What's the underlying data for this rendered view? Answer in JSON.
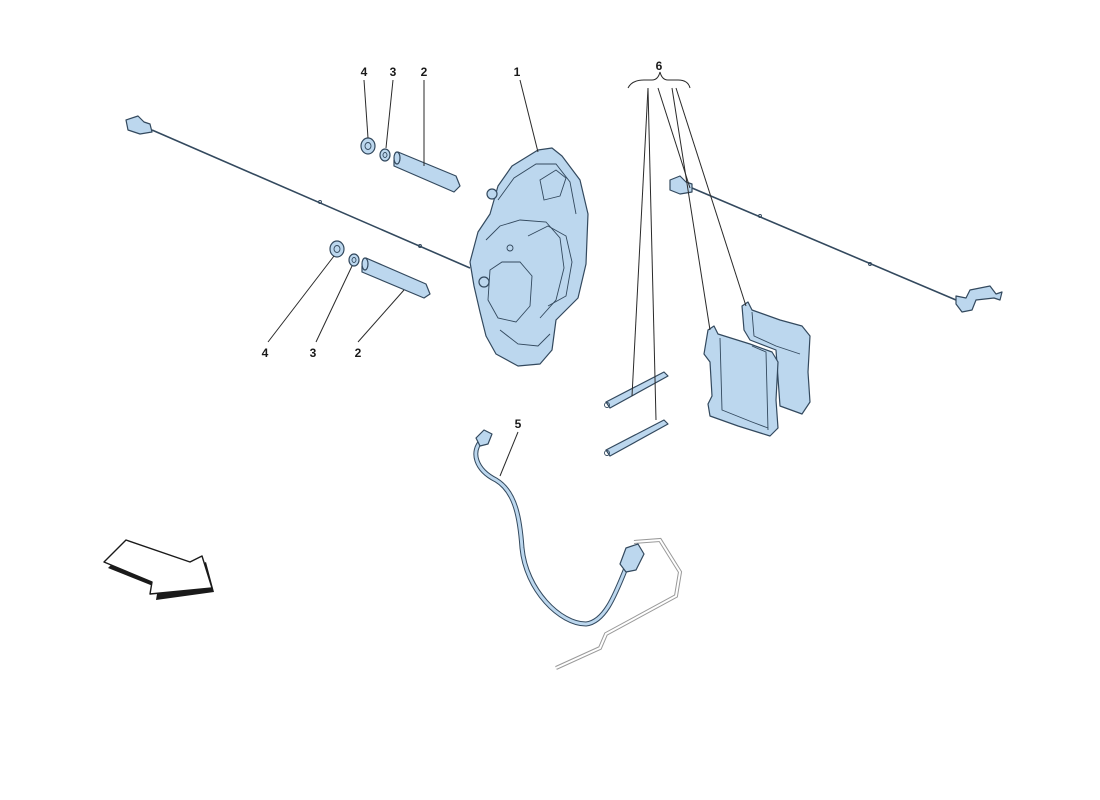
{
  "colors": {
    "part_fill": "#bcd7ee",
    "part_stroke": "#33495e",
    "pipe": "#9a9a9a"
  },
  "callouts": {
    "caliper": "1",
    "pin_upper": "2",
    "washer_upper": "3",
    "nut_upper": "4",
    "pin_lower": "2",
    "washer_lower": "3",
    "nut_lower": "4",
    "brake_hose": "5",
    "pad_kit": "6"
  },
  "icons": {
    "direction_arrow": "direction-arrow-icon"
  }
}
